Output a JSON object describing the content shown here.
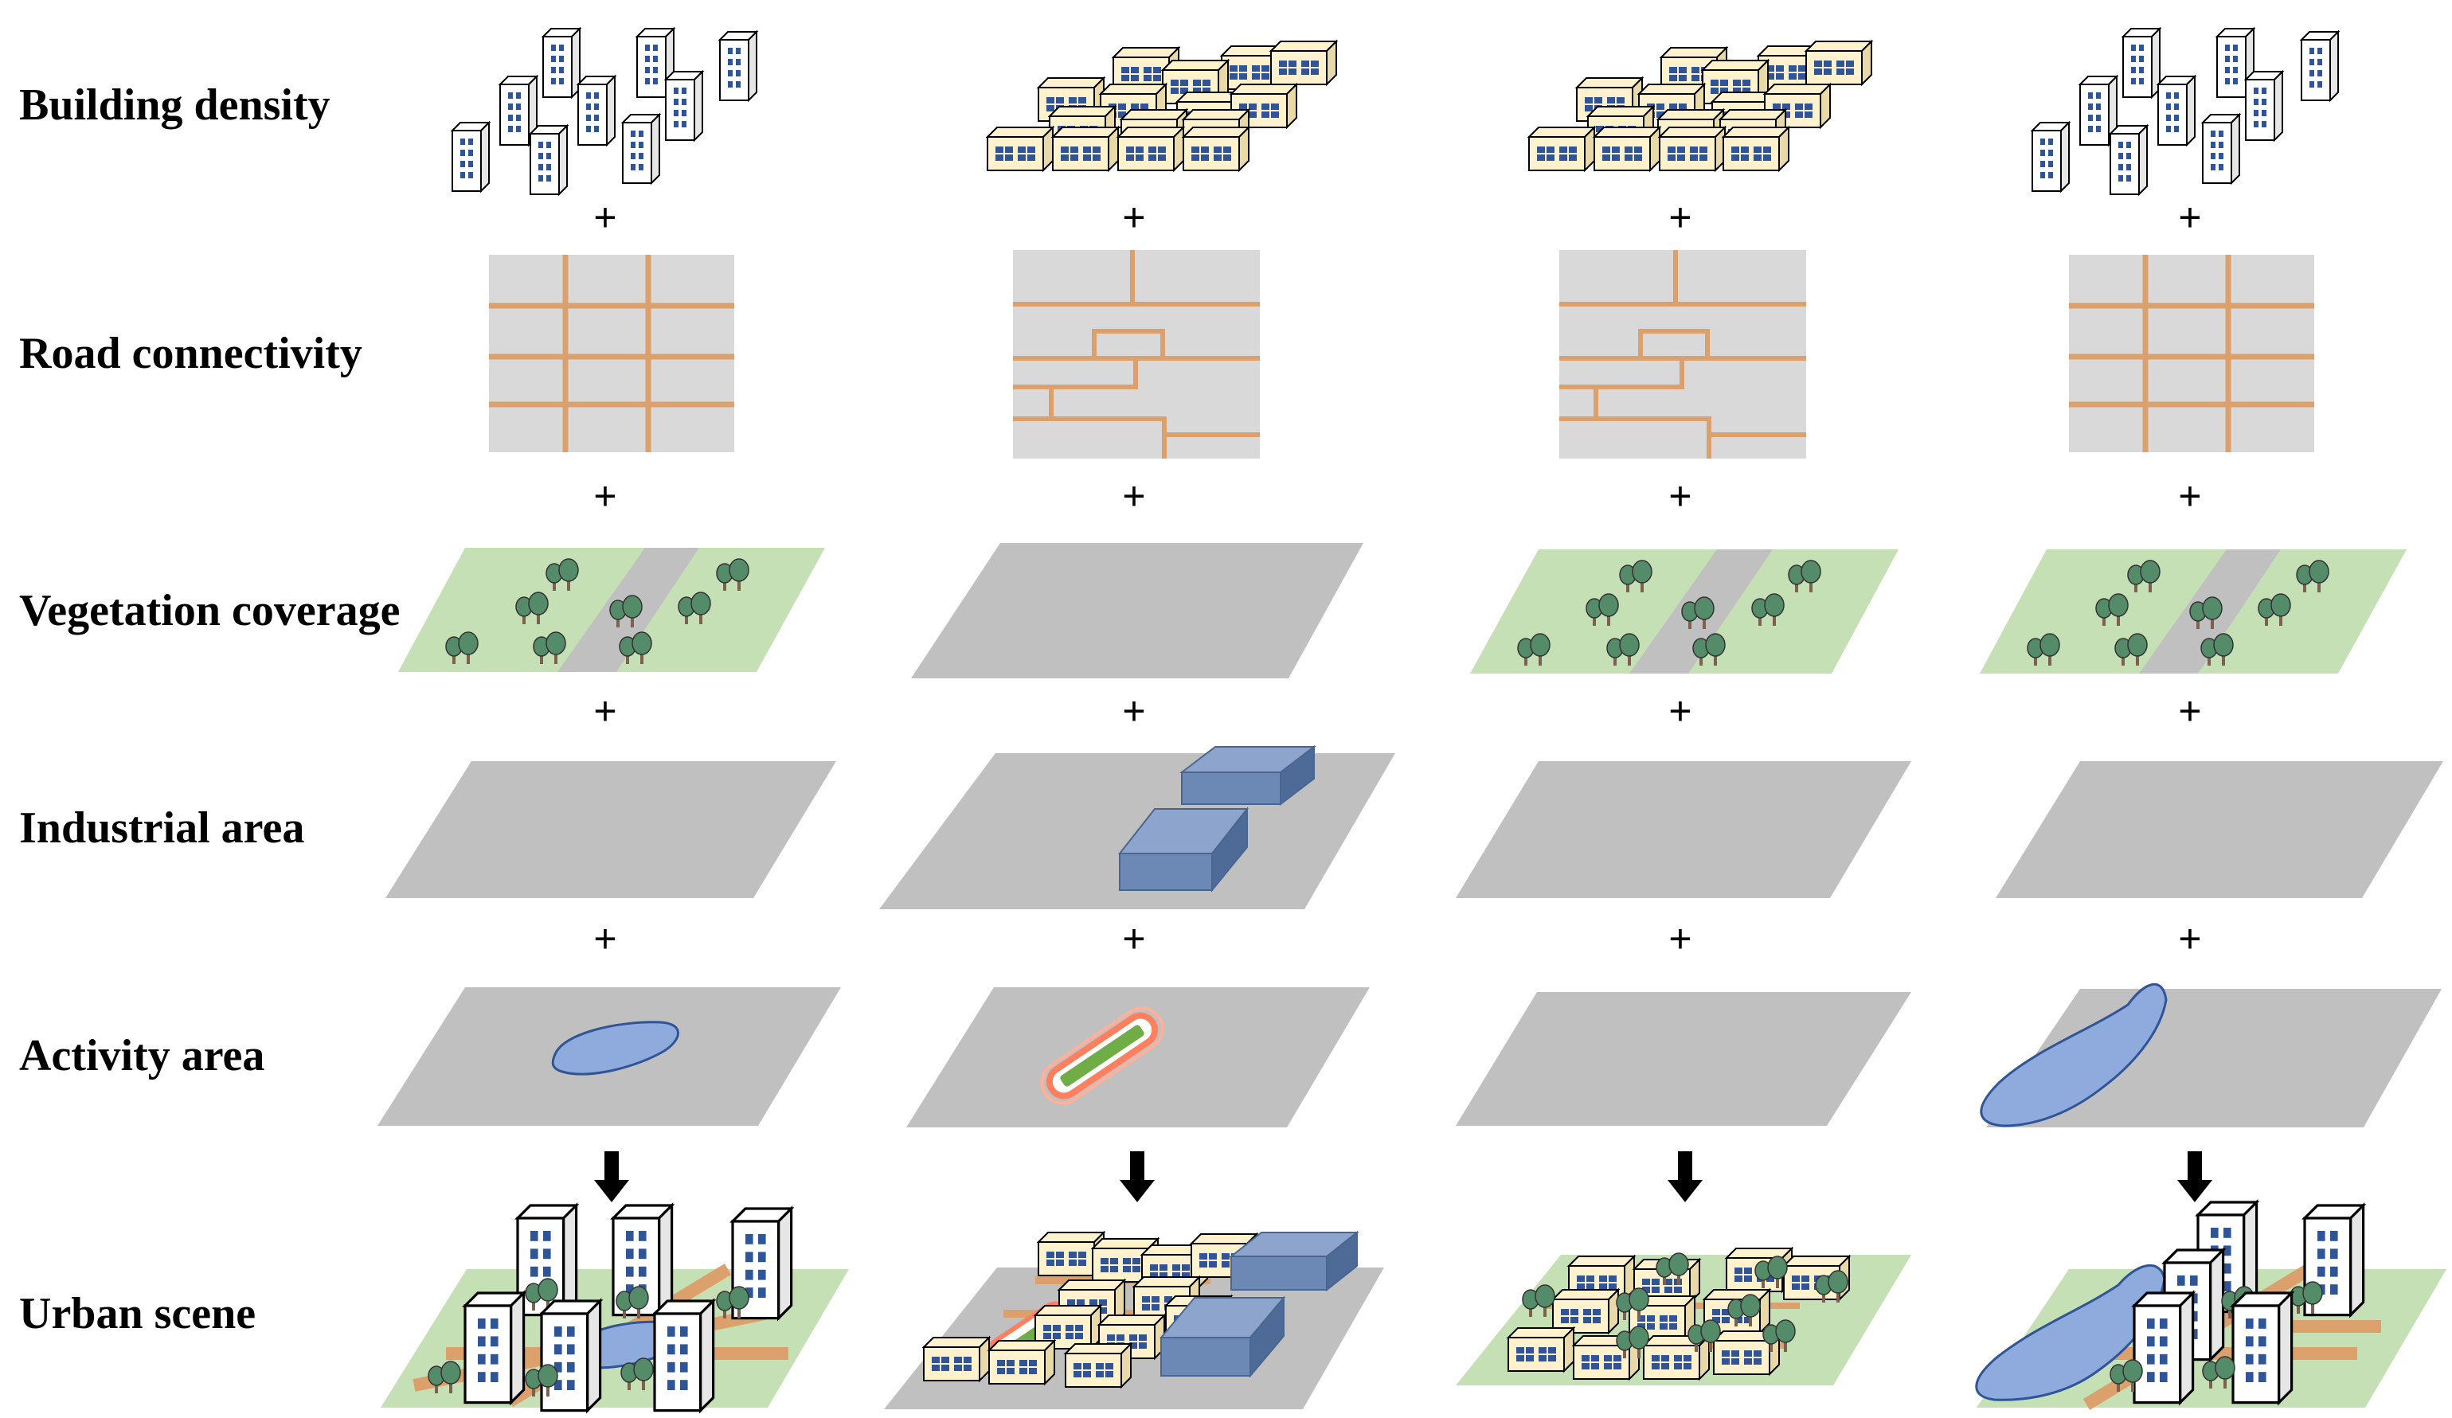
{
  "rows": [
    {
      "label": "Building density"
    },
    {
      "label": "Road connectivity"
    },
    {
      "label": "Vegetation coverage"
    },
    {
      "label": "Industrial area"
    },
    {
      "label": "Activity area"
    },
    {
      "label": "Urban scene"
    }
  ],
  "operator_symbol": "+",
  "colors": {
    "plane": "#c0c0c0",
    "road_panel": "#d9d9d9",
    "road": "#dba06c",
    "vegetation": "#c5e0b4",
    "tree_canopy": "#548c6a",
    "tree_trunk": "#7f5f4f",
    "building_window": "#2f5597",
    "tall_building_face": "#ffffff",
    "low_building_face": "#fff2cc",
    "industrial": "#6c88b5",
    "water": "#8faadc",
    "track_outline": "#ff7f5f",
    "track_field": "#70ad47",
    "arrow": "#000000"
  },
  "icons": [
    "tall-building-icon",
    "low-building-icon",
    "tree-icon",
    "down-arrow-icon",
    "plus-icon"
  ]
}
